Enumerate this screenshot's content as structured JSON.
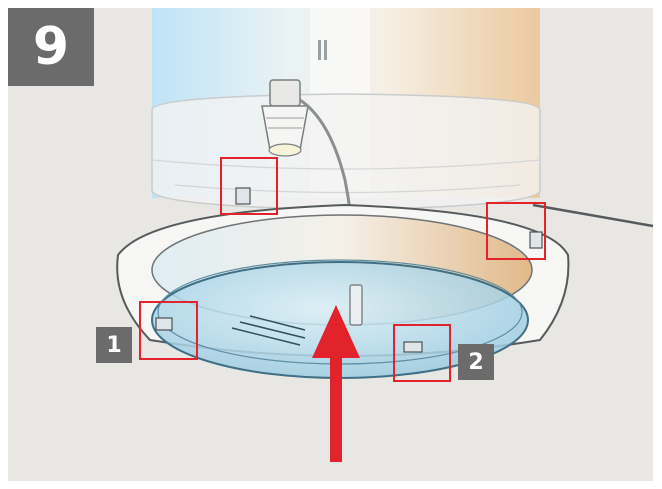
{
  "step": {
    "number": "9"
  },
  "callouts": [
    {
      "label": "1"
    },
    {
      "label": "2"
    }
  ],
  "colors": {
    "background": "#e8e7e3",
    "badge": "#6b6b6b",
    "highlight_box": "#e3232b",
    "arrow": "#e3232b",
    "lens": "#a9d4e6",
    "trim": "#f4f4f2"
  }
}
